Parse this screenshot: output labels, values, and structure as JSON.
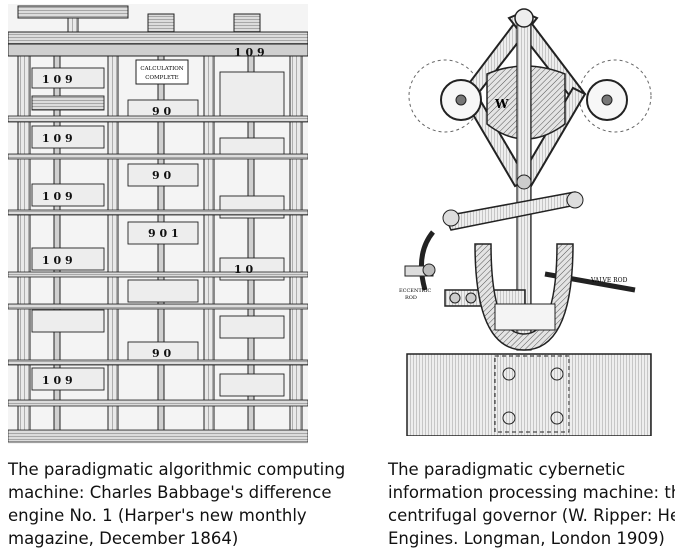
{
  "left": {
    "caption_lines": [
      "The paradigmatic algorithmic computing",
      "machine: Charles Babbage's difference",
      "engine No. 1 (Harper's new monthly",
      "magazine, December 1864)"
    ],
    "engraving_labels": {
      "calculation_plate": [
        "CALCULATION",
        "COMPLETE"
      ],
      "wheel_digits": [
        "1 0 9",
        "1 0 9",
        "9 0",
        "1 0 9",
        "9 0",
        "1 0 9",
        "9 0 1",
        "1 0 9",
        "1 0",
        "9 0",
        "1 0 9"
      ]
    }
  },
  "right": {
    "caption_lines": [
      "The paradigmatic cybernetic",
      "information processing machine: the",
      "centrifugal governor (W. Ripper: Heat",
      "Engines. Longman, London 1909)"
    ],
    "engraving_labels": {
      "weight_letter": "W",
      "valve_rod": "VALVE ROD",
      "eccentric_rod": [
        "ECCENTRIC",
        "ROD"
      ]
    }
  }
}
